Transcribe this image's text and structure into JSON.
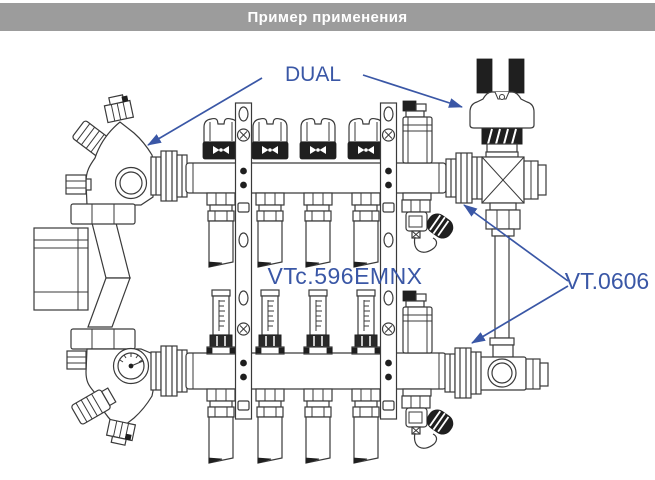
{
  "header": {
    "title": "Пример применения"
  },
  "diagram": {
    "labels": {
      "dual": "DUAL",
      "manifold_model": "VTc.596EMNX",
      "fitting_model": "VT.0606"
    }
  },
  "colors": {
    "accent": "#3a57a6",
    "line": "#3a3a3a",
    "black": "#1f1f1f",
    "header_bg": "#9c9c9c",
    "header_text": "#ffffff",
    "background": "#ffffff"
  }
}
